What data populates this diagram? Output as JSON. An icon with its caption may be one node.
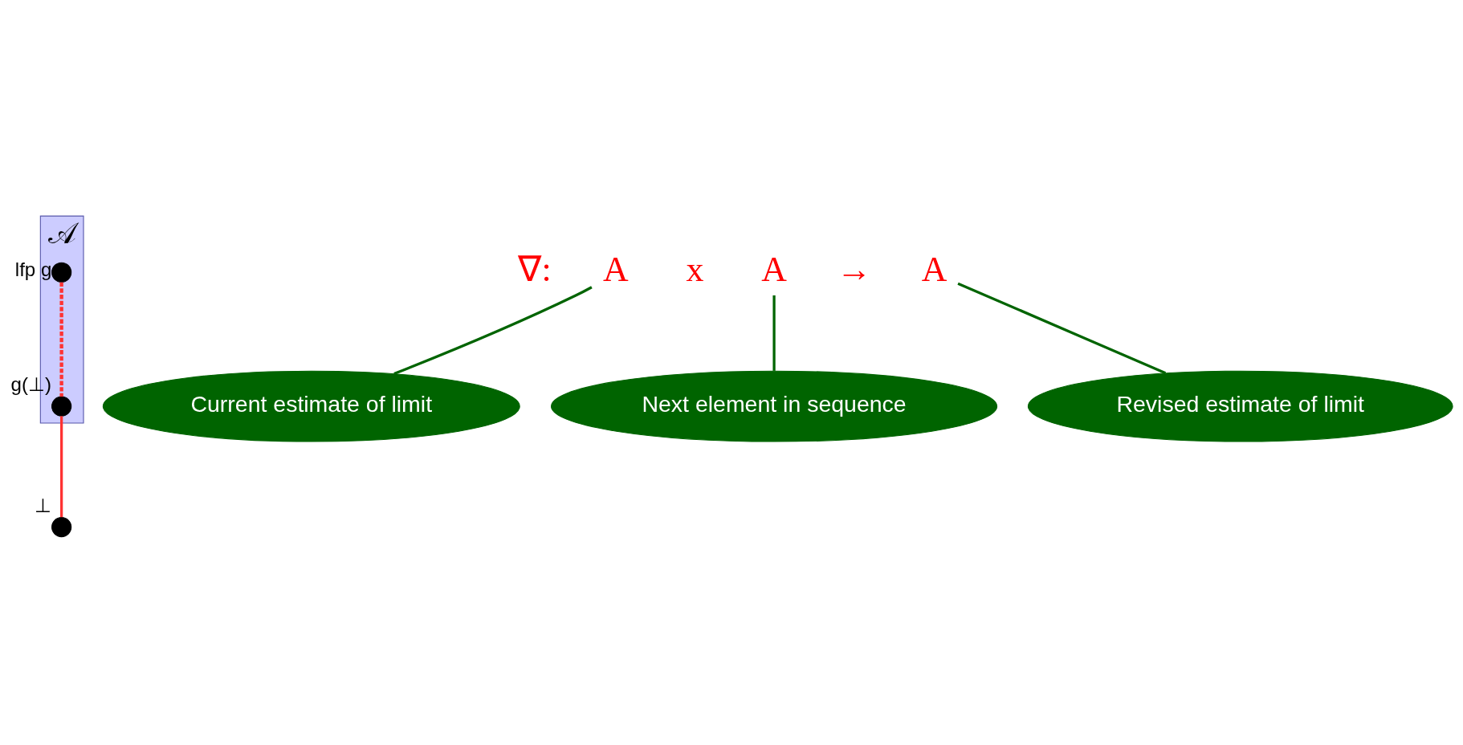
{
  "diagram": {
    "nodes": [
      {
        "text": [
          "𝒜"
        ]
      },
      {
        "text": [],
        "shape": "circle",
        "in": 0,
        "beside": [
          "lfp g"
        ]
      },
      {
        "text": [],
        "shape": "circle",
        "in": 0,
        "beside": [
          "g(⊥)"
        ]
      },
      {
        "text": [],
        "shape": "circle",
        "beside": [
          "⊥"
        ]
      },
      {
        "text": [
          "A"
        ]
      },
      {
        "text": [
          "A"
        ]
      },
      {
        "text": [
          "A"
        ]
      },
      {
        "text": [
          "Revised estimate of limit"
        ]
      },
      {
        "text": [
          "Next element in sequence"
        ]
      },
      {
        "text": [
          "Current estimate of limit"
        ]
      }
    ],
    "edges": [
      {
        "from": 1,
        "to": 2,
        "arrow": "none",
        "style": "dashed",
        "color": "#ff3333"
      },
      {
        "from": 2,
        "to": 3,
        "arrow": "none",
        "color": "#ff3333"
      },
      {
        "from": 9,
        "to": 4,
        "arrow": "none",
        "color": "#006400"
      },
      {
        "from": 8,
        "to": 5,
        "arrow": "none",
        "color": "#006400"
      },
      {
        "from": 7,
        "to": 6,
        "arrow": "none",
        "color": "#006400"
      }
    ],
    "labels": [
      "∇:",
      "x",
      "→"
    ]
  }
}
